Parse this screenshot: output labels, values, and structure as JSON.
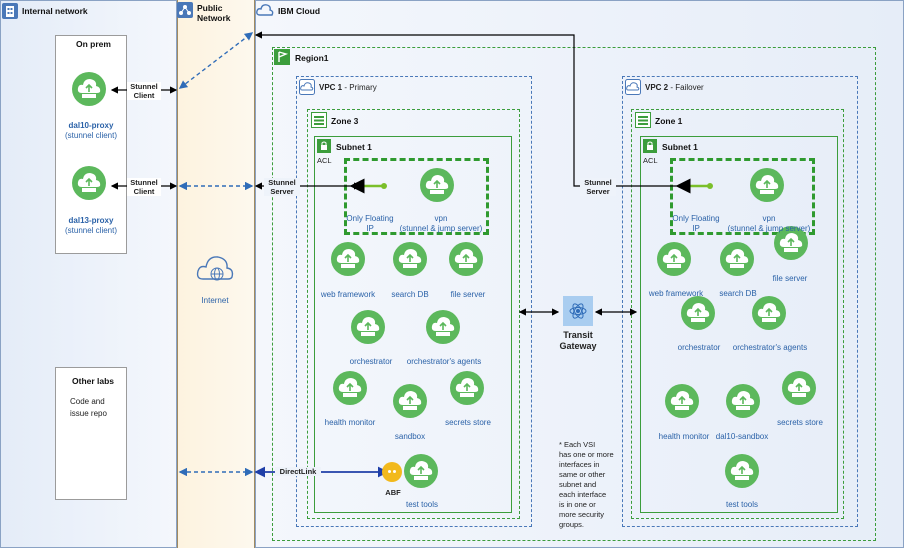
{
  "areas": {
    "internal": "Internal network",
    "public": "Public\nNetwork",
    "cloud": "IBM Cloud"
  },
  "onprem": {
    "title": "On prem",
    "proxy1": {
      "name": "dal10-proxy",
      "sub": "(stunnel client)"
    },
    "proxy2": {
      "name": "dal13-proxy",
      "sub": "(stunnel client)"
    }
  },
  "otherlabs": {
    "title": "Other labs",
    "body": "Code and\nissue repo"
  },
  "internet": "Internet",
  "edge_labels": {
    "stunnel_client_1": "Stunnel\nClient",
    "stunnel_client_2": "Stunnel\nClient",
    "stunnel_server_left": "Stunnel\nServer",
    "stunnel_server_right": "Stunnel\nServer",
    "directlink": "DirectLink",
    "abf": "ABF"
  },
  "region": "Region1",
  "vpc1": {
    "title_bold": "VPC 1",
    "title_rest": " - Primary",
    "zone": "Zone 3",
    "subnet": "Subnet 1",
    "acl": "ACL",
    "floating": "Only Floating\nIP",
    "vpn": "vpn\n(stunnel & jump server)",
    "web": "web framework",
    "search": "search DB",
    "file": "file server",
    "orch": "orchestrator",
    "agents": "orchestrator's agents",
    "health": "health monitor",
    "sandbox": "sandbox",
    "secrets": "secrets store",
    "tests": "test tools"
  },
  "vpc2": {
    "title_bold": "VPC 2",
    "title_rest": " - Failover",
    "zone": "Zone 1",
    "subnet": "Subnet 1",
    "acl": "ACL",
    "floating": "Only Floating\nIP",
    "vpn": "vpn\n(stunnel & jump server)",
    "web": "web framework",
    "search": "search DB",
    "file": "file server",
    "orch": "orchestrator",
    "agents": "orchestrator's agents",
    "health": "health monitor",
    "sandbox": "dal10-sandbox",
    "secrets": "secrets store",
    "tests": "test tools"
  },
  "transit": "Transit\nGateway",
  "footnote": "* Each VSI\nhas one or more\ninterfaces in\nsame or other\nsubnet and\neach interface\nis in one or\nmore security\ngroups.",
  "colors": {
    "vsi_green": "#5cb85c",
    "zone_green": "#3c9d3c",
    "vpc_blue": "#4a78b8",
    "link_blue": "#2f6cb8",
    "transit_blue": "#a9cdf0"
  }
}
